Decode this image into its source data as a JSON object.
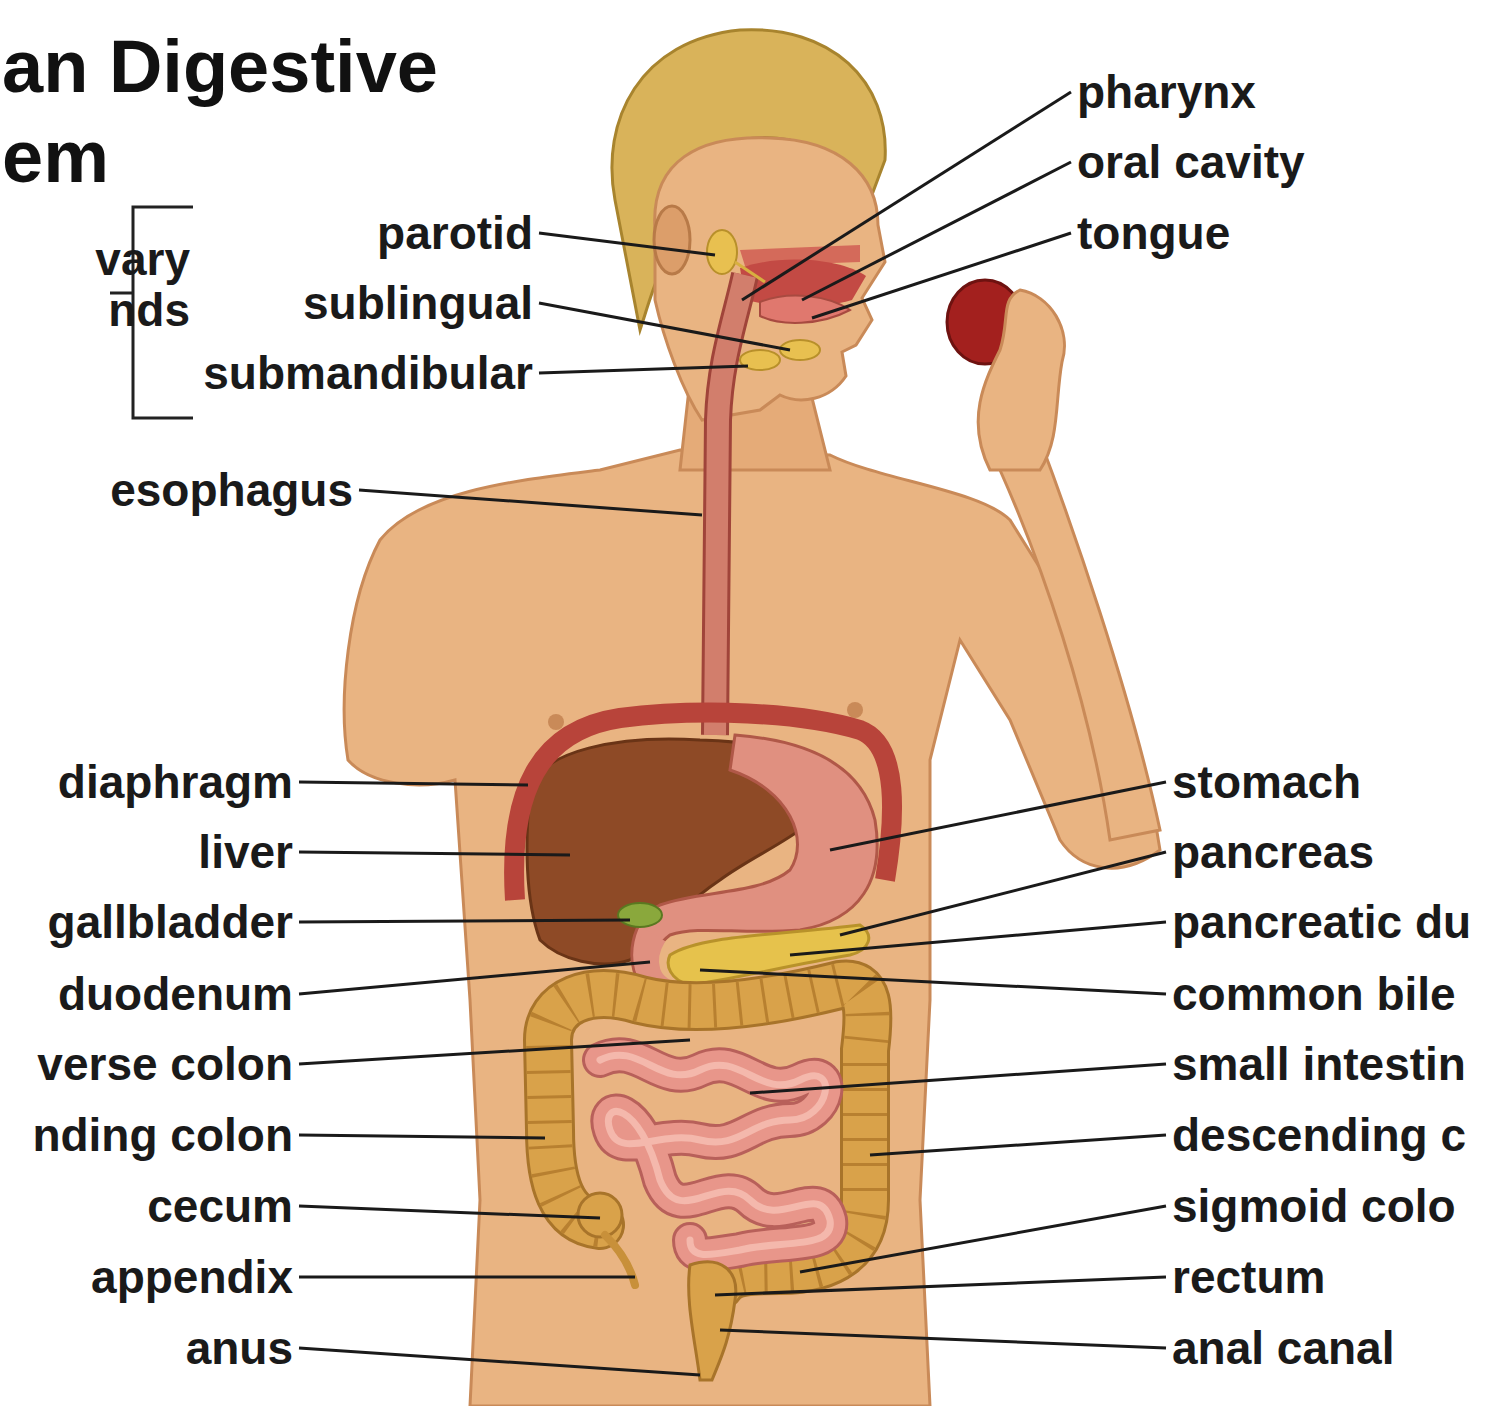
{
  "diagram": {
    "title": "an Digestive em",
    "labels": [
      "vary nds",
      "parotid",
      "sublingual",
      "submandibular",
      "esophagus",
      "diaphragm",
      "liver",
      "gallbladder",
      "duodenum",
      "verse colon",
      "nding colon",
      "cecum",
      "appendix",
      "anus",
      "pharynx",
      "oral cavity",
      "tongue",
      "stomach",
      "pancreas",
      "pancreatic du",
      "common bile",
      "small intestin",
      "descending c",
      "sigmoid colo",
      "rectum",
      "anal canal"
    ]
  }
}
